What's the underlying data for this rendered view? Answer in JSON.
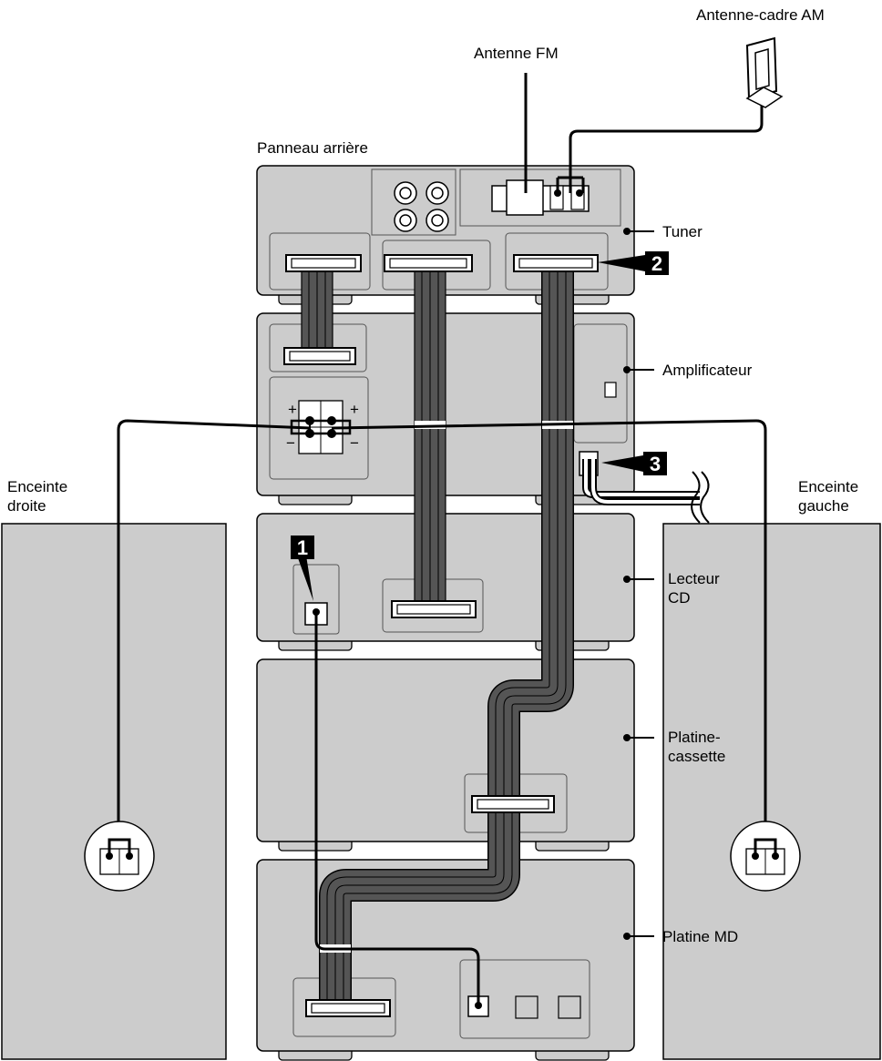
{
  "labels": {
    "am_antenna": "Antenne-cadre AM",
    "fm_antenna": "Antenne FM",
    "rear_panel": "Panneau arrière",
    "tuner": "Tuner",
    "amplifier": "Amplificateur",
    "speaker_right_line1": "Enceinte",
    "speaker_right_line2": "droite",
    "speaker_left_line1": "Enceinte",
    "speaker_left_line2": "gauche",
    "cd_line1": "Lecteur",
    "cd_line2": "CD",
    "cassette_line1": "Platine-",
    "cassette_line2": "cassette",
    "md": "Platine MD"
  },
  "callouts": [
    "1",
    "2",
    "3"
  ],
  "polarity": {
    "plus": "+",
    "minus": "−"
  },
  "colors": {
    "unit_fill": "#cccccc",
    "ribbon": "#555555",
    "callout_bg": "#000000"
  }
}
